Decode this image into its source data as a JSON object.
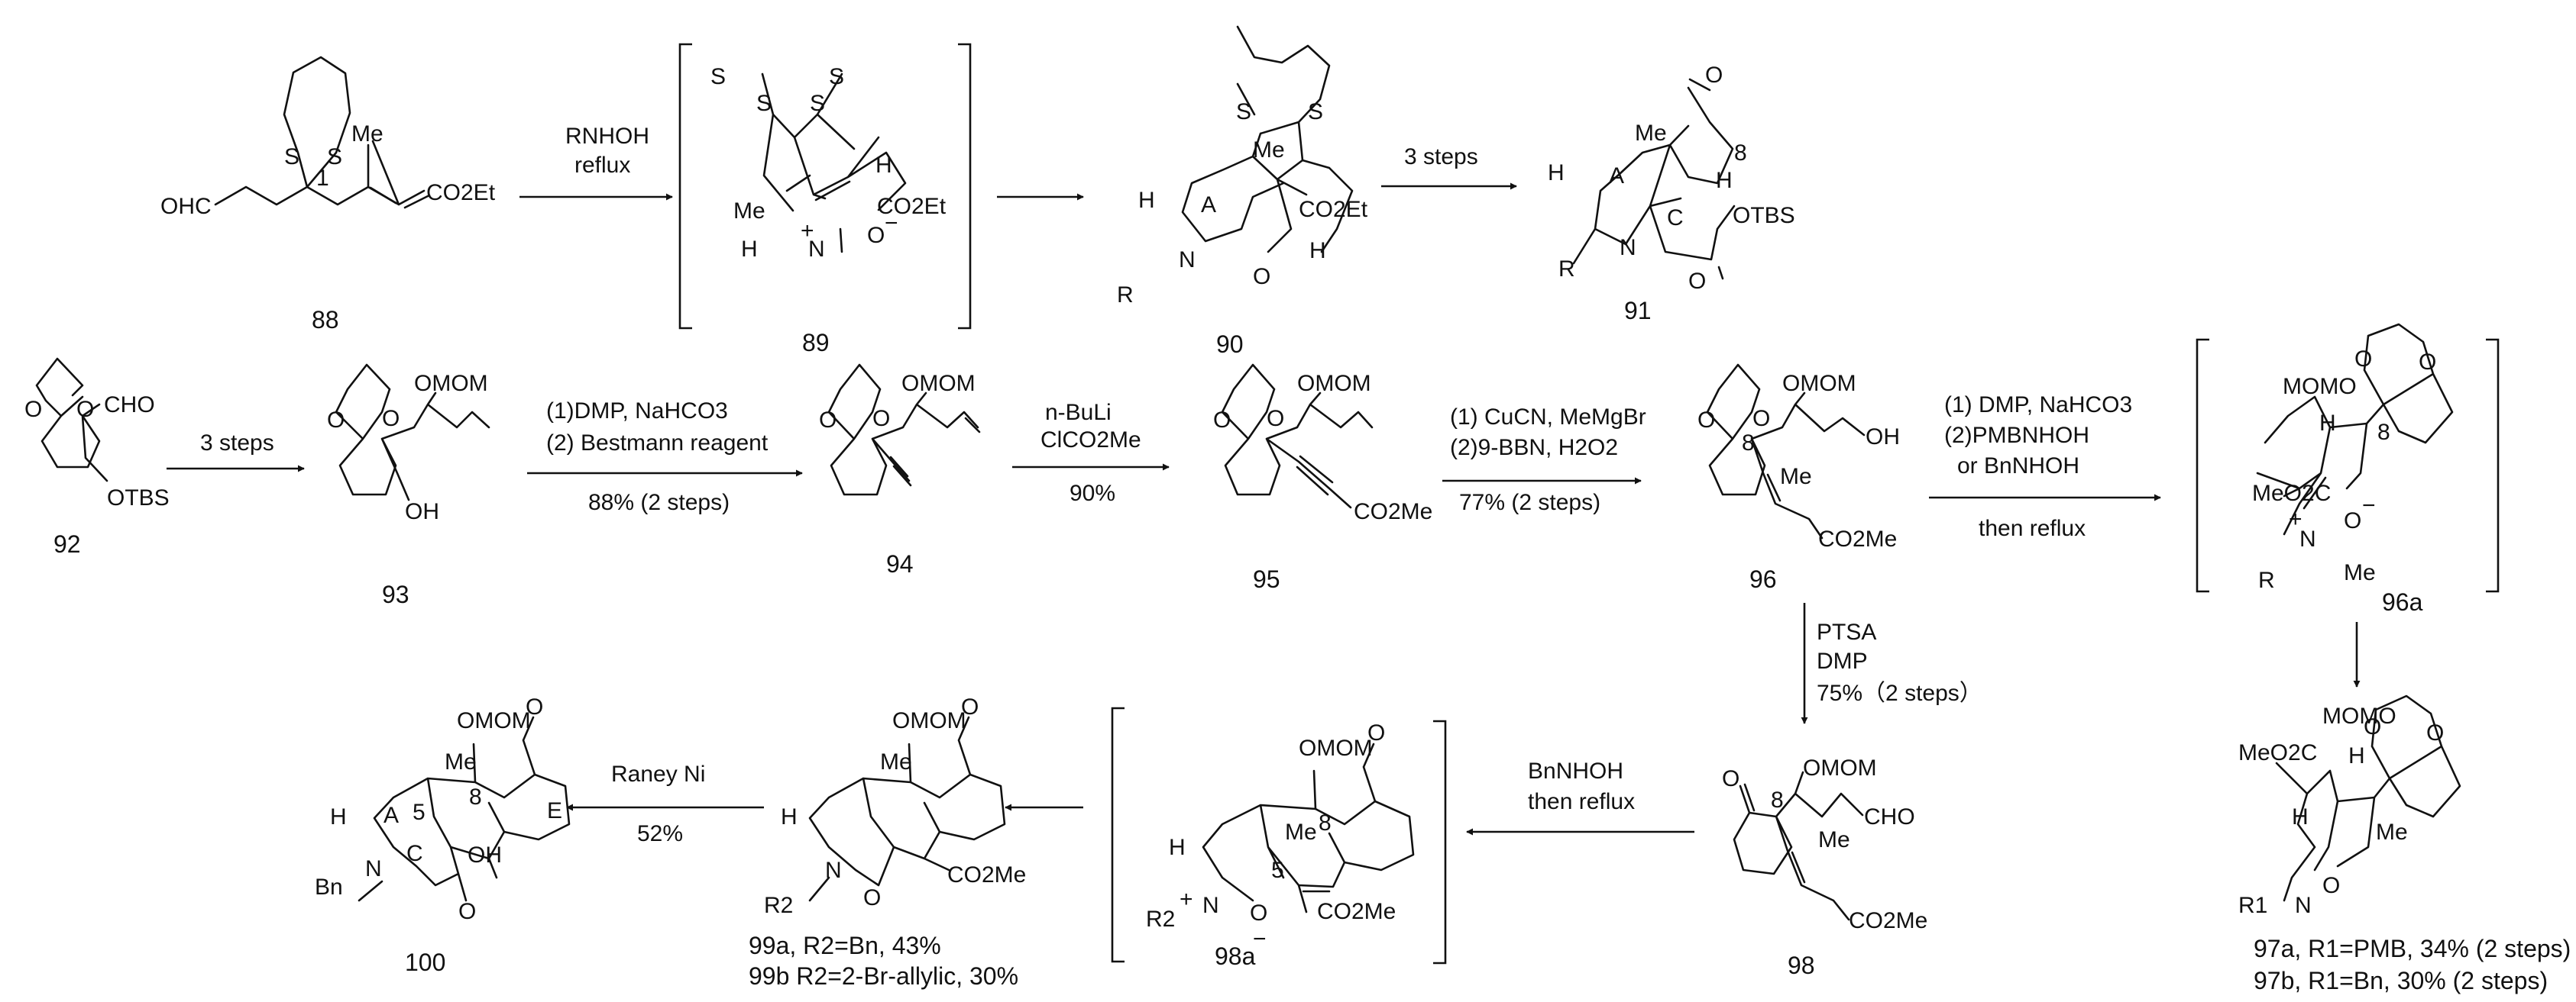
{
  "compounds": {
    "c88": {
      "id": "88",
      "labels": [
        "OHC",
        "S",
        "S",
        "1",
        "Me",
        "CO2Et"
      ]
    },
    "c89": {
      "id": "89",
      "labels": [
        "S",
        "S",
        "Me",
        "H",
        "+",
        "N",
        "O",
        "−",
        "H",
        "CO2Et"
      ]
    },
    "c90": {
      "id": "90",
      "labels": [
        "S",
        "S",
        "Me",
        "H",
        "A",
        "R",
        "N",
        "O",
        "CO2Et",
        "H"
      ]
    },
    "c91": {
      "id": "91",
      "labels": [
        "O",
        "Me",
        "8",
        "H",
        "A",
        "C",
        "H",
        "OTBS",
        "R",
        "N",
        "O"
      ]
    },
    "c92": {
      "id": "92",
      "labels": [
        "O",
        "O",
        "CHO",
        "OTBS"
      ]
    },
    "c93": {
      "id": "93",
      "labels": [
        "O",
        "O",
        "OMOM",
        "OH"
      ]
    },
    "c94": {
      "id": "94",
      "labels": [
        "O",
        "O",
        "OMOM"
      ]
    },
    "c95": {
      "id": "95",
      "labels": [
        "O",
        "O",
        "OMOM",
        "CO2Me"
      ]
    },
    "c96": {
      "id": "96",
      "labels": [
        "O",
        "O",
        "OMOM",
        "8",
        "Me",
        "OH",
        "CO2Me"
      ]
    },
    "c96a": {
      "id": "96a",
      "labels": [
        "MOMO",
        "O",
        "O",
        "H",
        "8",
        "MeO2C",
        "+",
        "N",
        "O",
        "−",
        "R",
        "Me"
      ]
    },
    "c97": {
      "labels": [
        "MOMO",
        "O",
        "O",
        "MeO2C",
        "H",
        "H",
        "Me",
        "N",
        "O",
        "R1"
      ]
    },
    "c98": {
      "id": "98",
      "labels": [
        "O",
        "8",
        "OMOM",
        "Me",
        "CHO",
        "CO2Me"
      ]
    },
    "c98a": {
      "id": "98a",
      "labels": [
        "OMOM",
        "O",
        "H",
        "5",
        "Me",
        "8",
        "+",
        "N",
        "R2",
        "O",
        "−",
        "CO2Me"
      ]
    },
    "c99": {
      "labels": [
        "OMOM",
        "O",
        "Me",
        "H",
        "N",
        "R2",
        "O",
        "CO2Me"
      ]
    },
    "c100": {
      "id": "100",
      "labels": [
        "OMOM",
        "O",
        "Me",
        "8",
        "E",
        "H",
        "A",
        "5",
        "C",
        "OH",
        "Bn",
        "N",
        "O"
      ]
    }
  },
  "products": {
    "p97a": "97a, R1=PMB, 34% (2 steps)",
    "p97b": "97b, R1=Bn, 30% (2 steps)",
    "p99a": "99a, R2=Bn, 43%",
    "p99b": "99b  R2=2-Br-allylic, 30%"
  },
  "arrows": {
    "a1": {
      "top": [
        "RNHOH",
        "reflux"
      ],
      "bottom": []
    },
    "a2": {
      "top": [],
      "bottom": []
    },
    "a3": {
      "top": [
        "3 steps"
      ],
      "bottom": []
    },
    "a4": {
      "top": [
        "3 steps"
      ],
      "bottom": []
    },
    "a5": {
      "top": [
        "(1)DMP, NaHCO3",
        "(2) Bestmann reagent"
      ],
      "bottom": [
        "88% (2 steps)"
      ]
    },
    "a6": {
      "top": [
        "n-BuLi",
        "ClCO2Me"
      ],
      "bottom": [
        "90%"
      ]
    },
    "a7": {
      "top": [
        "(1) CuCN, MeMgBr",
        "(2)9-BBN, H2O2"
      ],
      "bottom": [
        "77% (2 steps)"
      ]
    },
    "a8": {
      "top": [
        "(1) DMP, NaHCO3",
        "(2)PMBNHOH",
        "or BnNHOH"
      ],
      "bottom": [
        "then reflux"
      ]
    },
    "a9": {
      "side": [
        "PTSA",
        "DMP",
        "75%（2 steps）"
      ]
    },
    "a10": {
      "top": [
        "BnNHOH",
        "then reflux"
      ],
      "bottom": []
    },
    "a11": {
      "top": [],
      "bottom": []
    },
    "a12": {
      "top": [
        "Raney Ni"
      ],
      "bottom": [
        "52%"
      ]
    },
    "a13": {
      "top": [],
      "bottom": []
    }
  }
}
